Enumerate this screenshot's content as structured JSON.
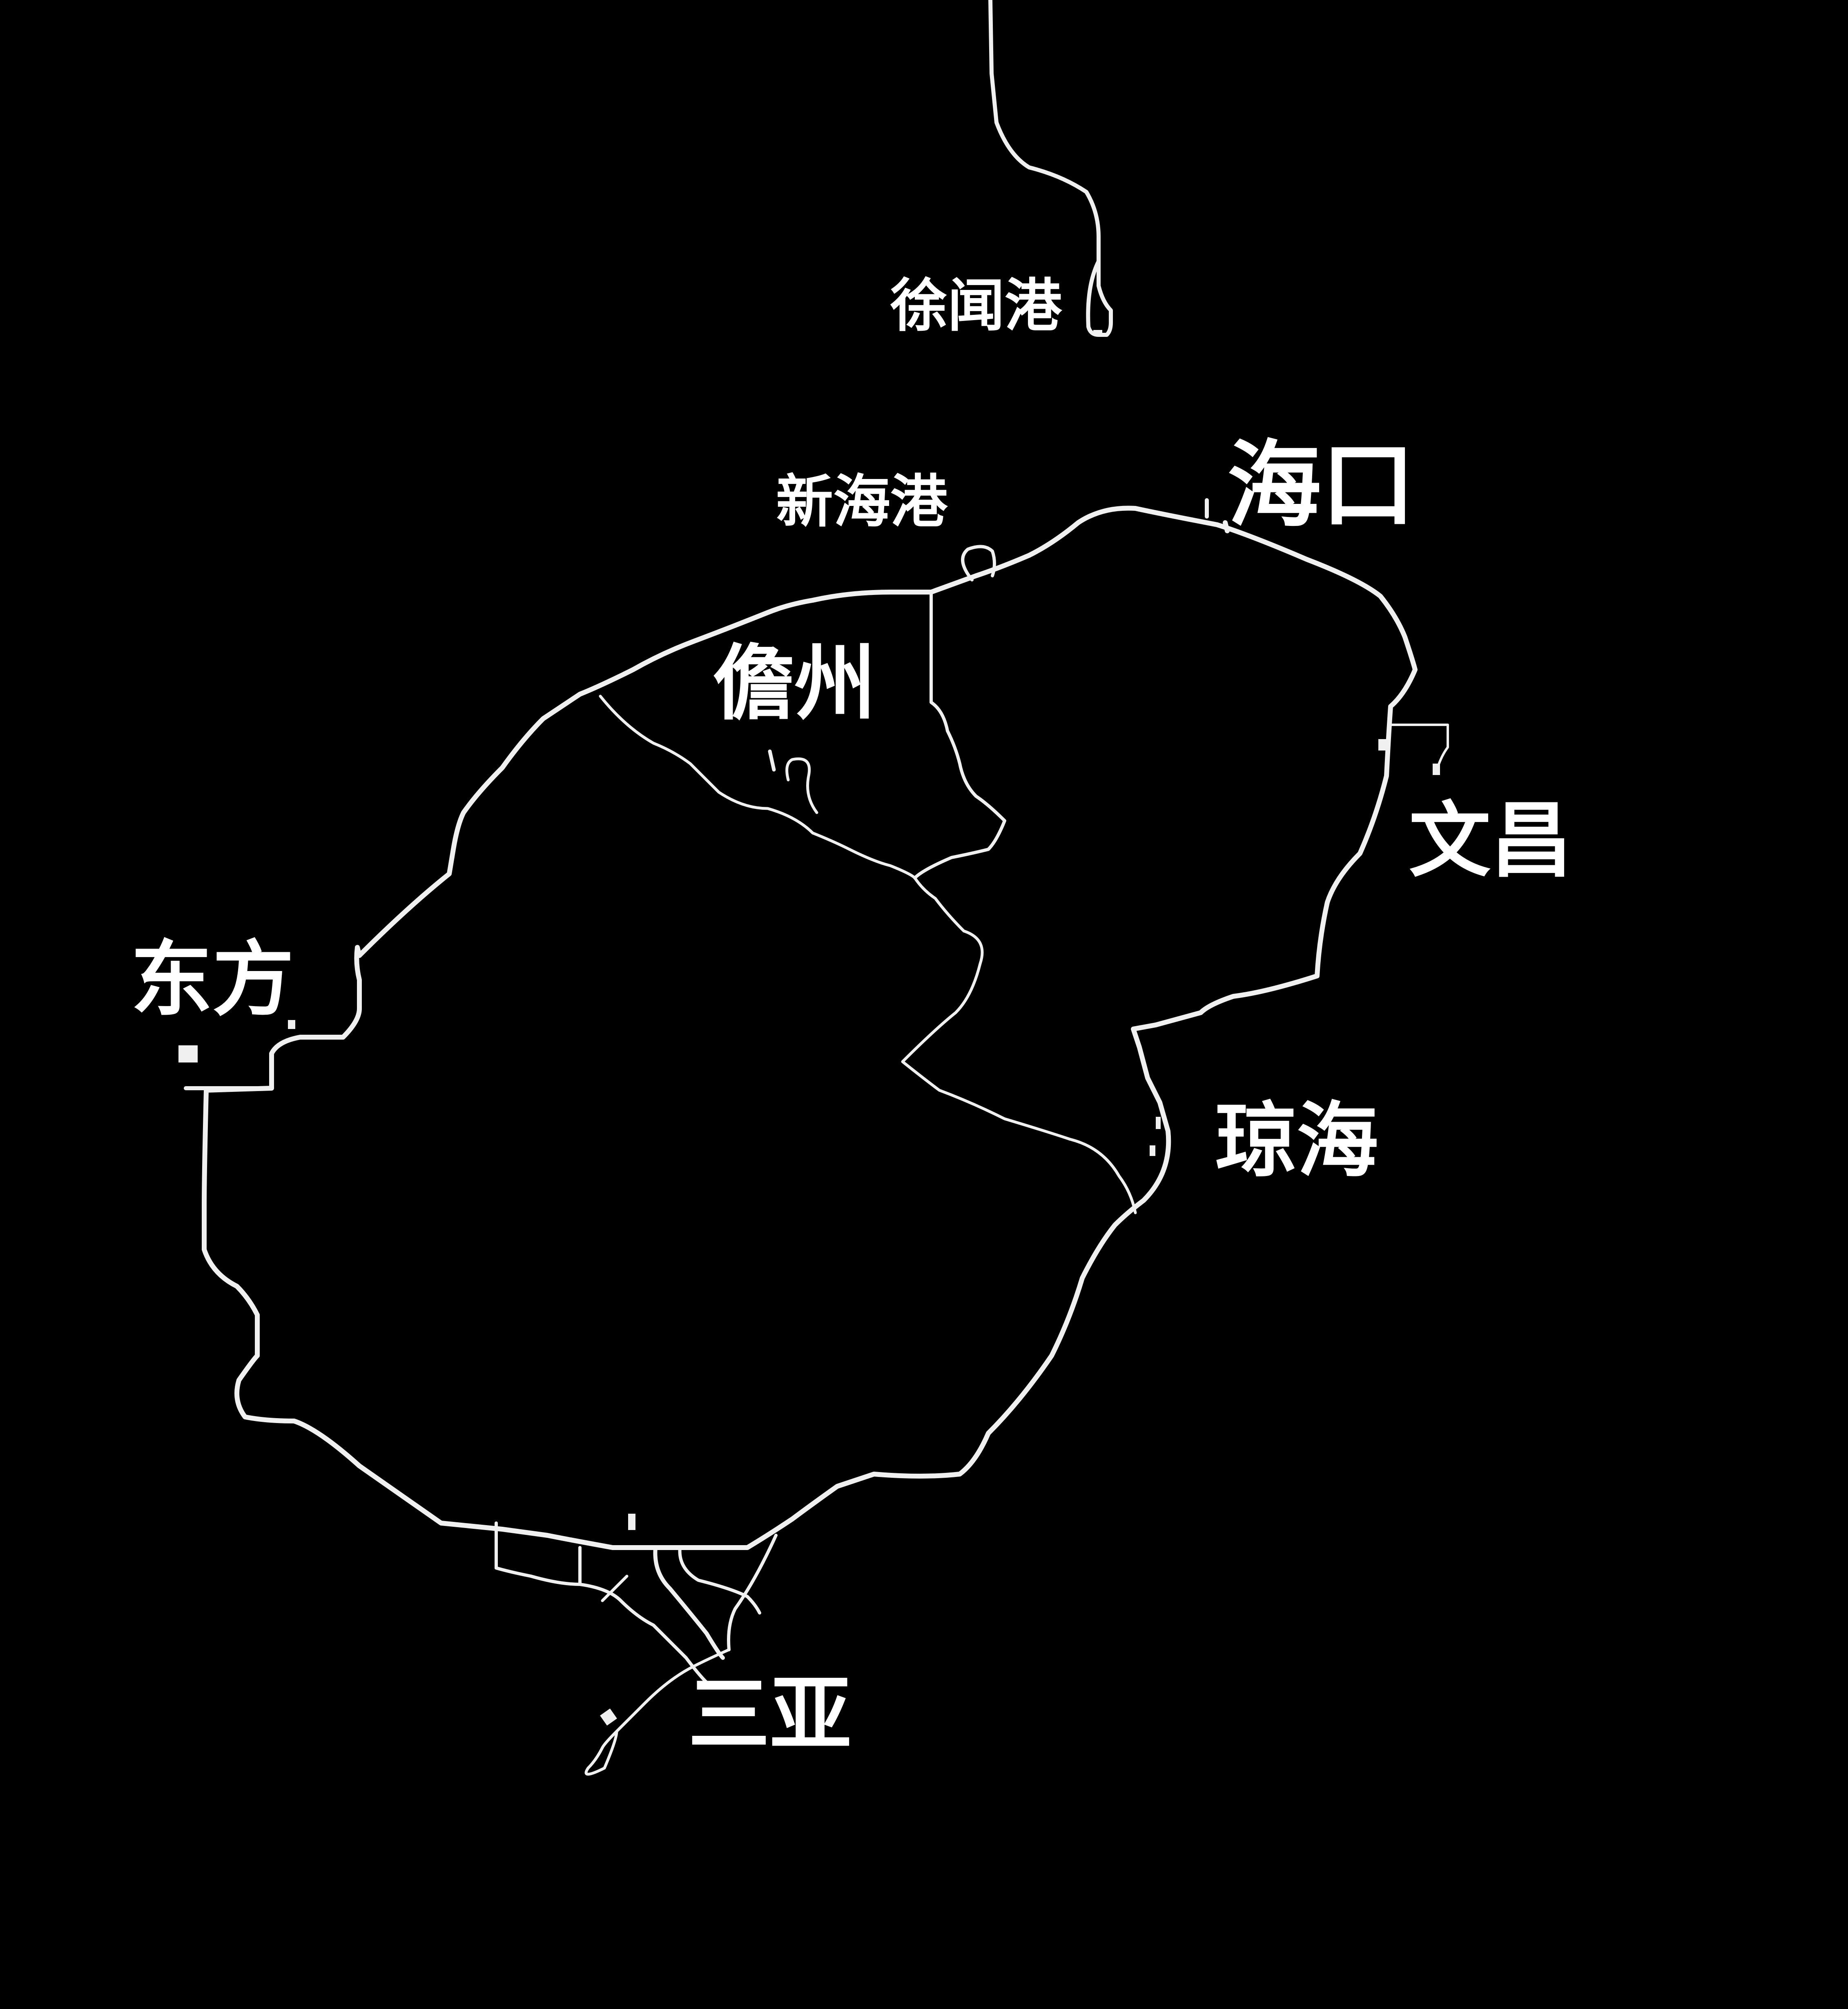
{
  "map": {
    "background": "#000000",
    "line_color": "#f0f0f0",
    "labels": {
      "xuwen_port": "徐闻港",
      "xinhai_port": "新海港",
      "haikou": "海口",
      "danzhou": "儋州",
      "wenchang": "文昌",
      "dongfang": "东方",
      "qionghai": "琼海",
      "sanya": "三亚"
    }
  }
}
